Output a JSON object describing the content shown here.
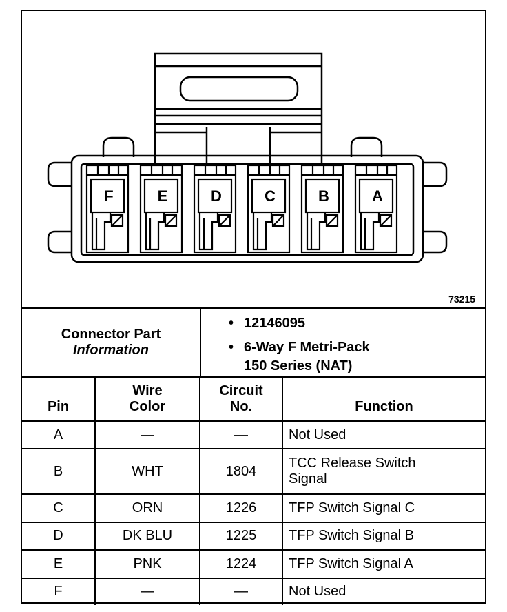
{
  "figure_number": "73215",
  "connector_info": {
    "label_line1": "Connector Part",
    "label_line2": "Information",
    "part_number": "12146095",
    "description_line1": "6-Way F Metri-Pack",
    "description_line2": "150 Series (NAT)"
  },
  "cavity_labels": [
    "F",
    "E",
    "D",
    "C",
    "B",
    "A"
  ],
  "table": {
    "headers": {
      "pin": "Pin",
      "wire_color_line1": "Wire",
      "wire_color_line2": "Color",
      "circuit_line1": "Circuit",
      "circuit_line2": "No.",
      "function": "Function"
    },
    "rows": [
      {
        "pin": "A",
        "wire": "—",
        "circuit": "—",
        "function_line1": "Not Used",
        "function_line2": ""
      },
      {
        "pin": "B",
        "wire": "WHT",
        "circuit": "1804",
        "function_line1": "TCC Release Switch",
        "function_line2": "Signal"
      },
      {
        "pin": "C",
        "wire": "ORN",
        "circuit": "1226",
        "function_line1": "TFP Switch Signal C",
        "function_line2": ""
      },
      {
        "pin": "D",
        "wire": "DK BLU",
        "circuit": "1225",
        "function_line1": "TFP Switch Signal B",
        "function_line2": ""
      },
      {
        "pin": "E",
        "wire": "PNK",
        "circuit": "1224",
        "function_line1": "TFP Switch Signal A",
        "function_line2": ""
      },
      {
        "pin": "F",
        "wire": "—",
        "circuit": "—",
        "function_line1": "Not Used",
        "function_line2": ""
      }
    ]
  }
}
